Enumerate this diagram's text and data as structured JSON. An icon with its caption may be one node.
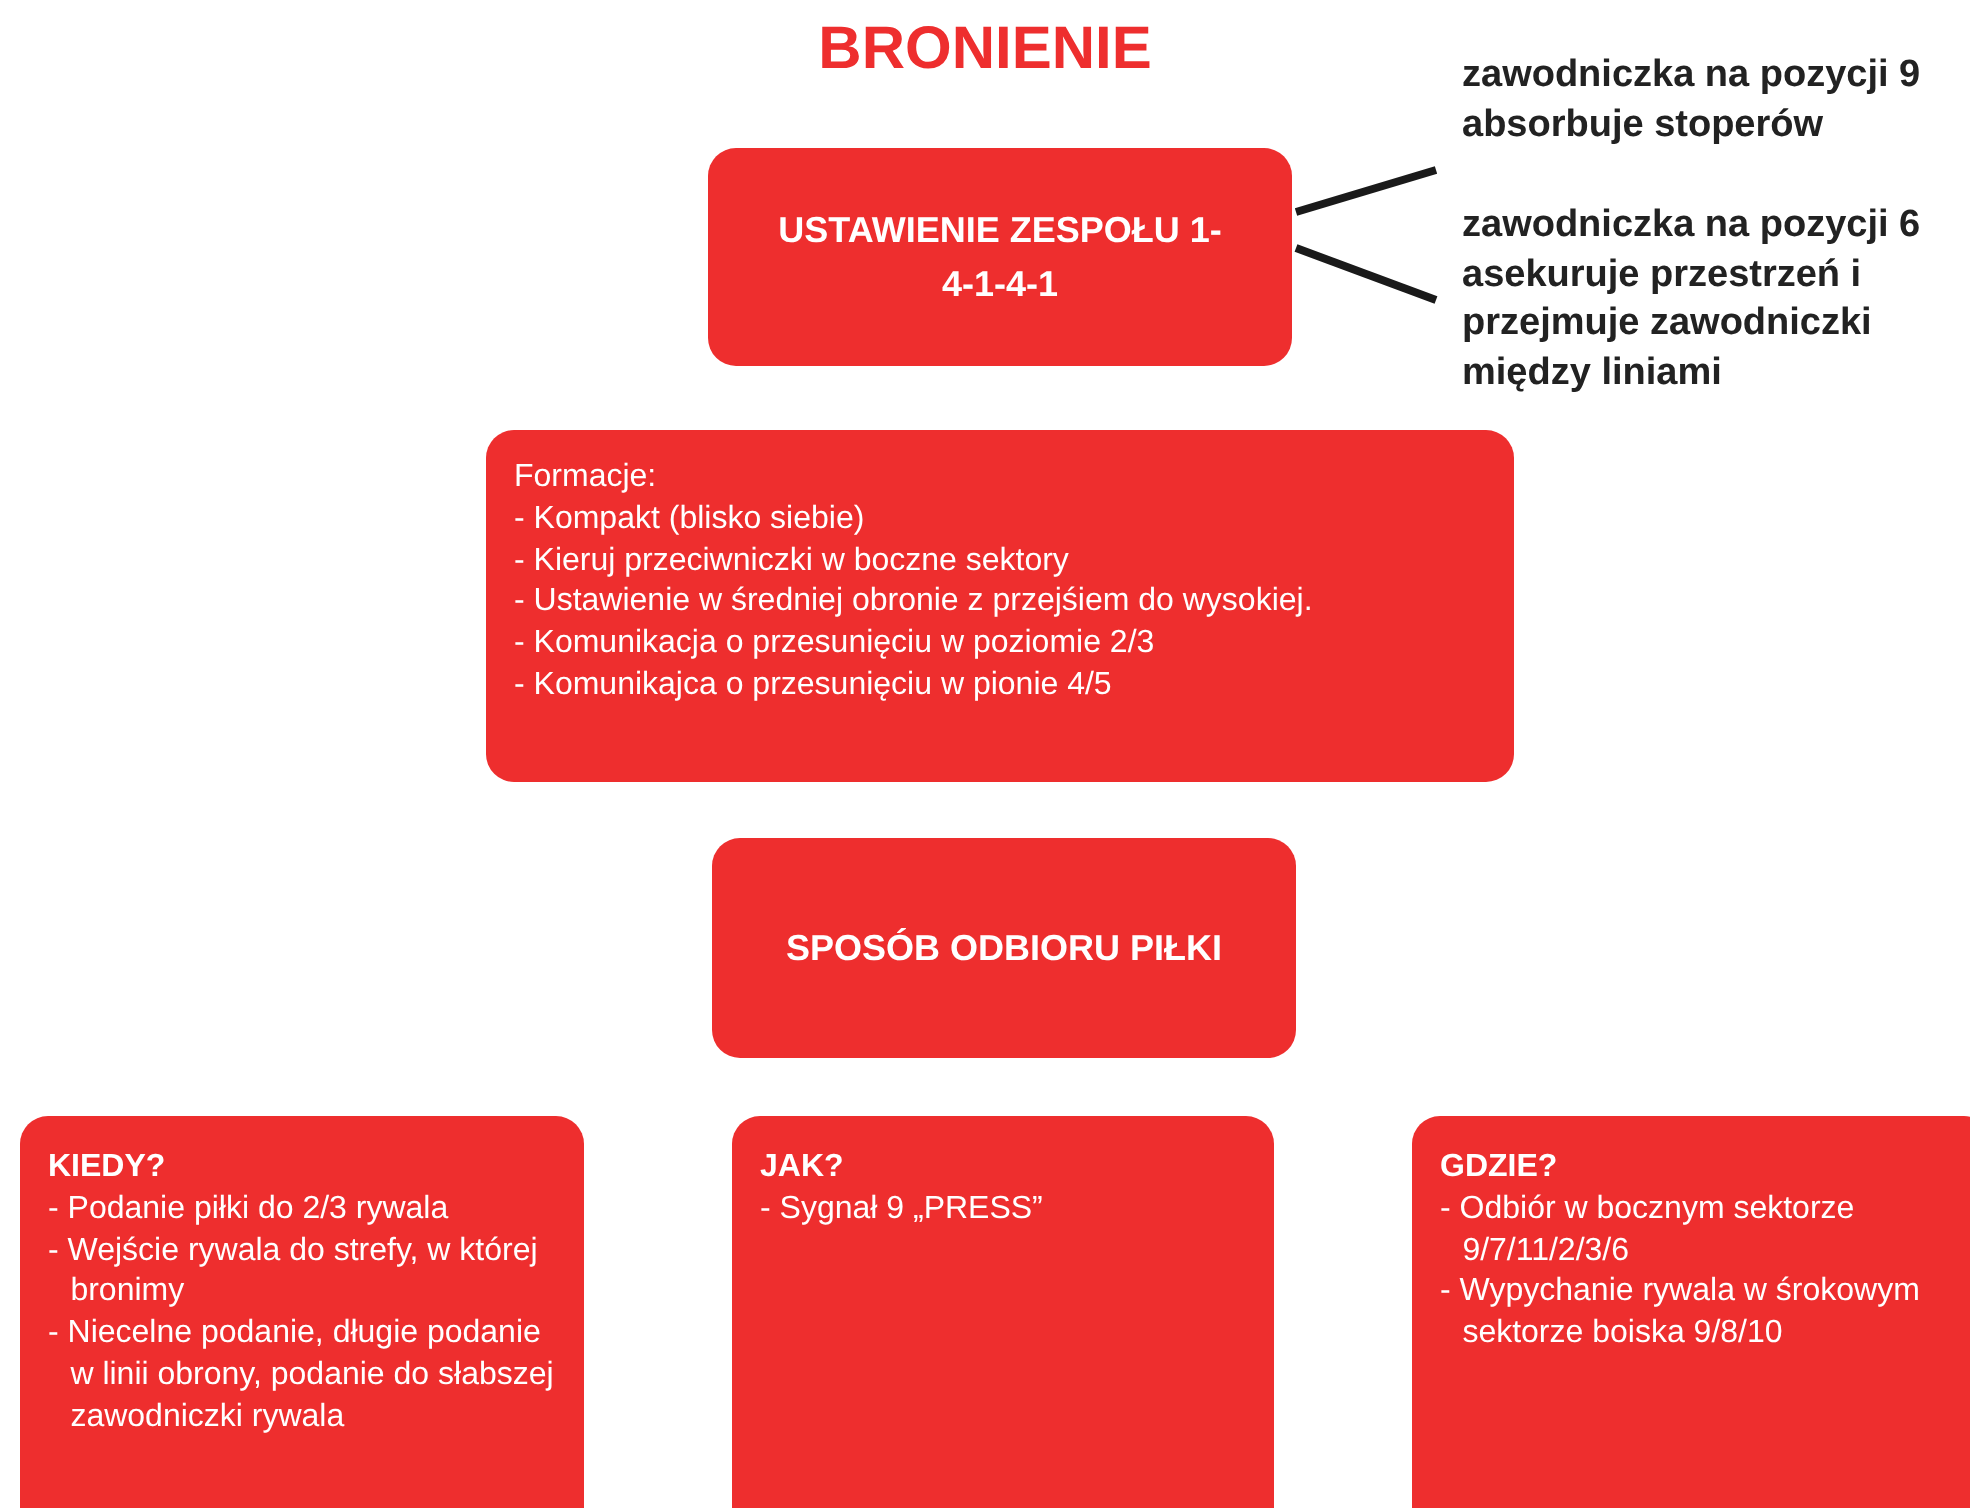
{
  "diagram": {
    "title": "BRONIENIE",
    "nodes": [
      {
        "text": [
          "USTAWIENIE ZESPOŁU 1-4-1-4-1"
        ]
      },
      {
        "text": [
          "zawodniczka na pozycji 9 absorbuje stoperów"
        ]
      },
      {
        "text": [
          "zawodniczka na pozycji 6 asekuruje przestrzeń i przejmuje zawodniczki między liniami"
        ]
      },
      {
        "text": [
          "Formacje:",
          "- Kompakt (blisko siebie)",
          "- Kieruj przeciwniczki w boczne sektory",
          "- Ustawienie w średniej obronie z przejśiem do wysokiej.",
          "- Komunikacja o przesunięciu w poziomie 2/3",
          "- Komunikajca o przesunięciu w pionie 4/5"
        ]
      },
      {
        "text": [
          "SPOSÓB ODBIORU PIŁKI"
        ]
      },
      {
        "text": [
          "KIEDY?",
          "- Podanie piłki do 2/3 rywala",
          "- Wejście rywala do strefy, w której bronimy",
          "- Niecelne podanie, długie podanie w linii obrony, podanie do słabszej zawodniczki rywala"
        ]
      },
      {
        "text": [
          "JAK?",
          "- Sygnał 9 „PRESS”"
        ]
      },
      {
        "text": [
          "GDZIE?",
          "- Odbiór w bocznym sektorze 9/7/11/2/3/6",
          "- Wypychanie rywala w śrokowym sektorze boiska 9/8/10"
        ]
      }
    ],
    "edges": [
      {
        "from": 0,
        "to": 1,
        "arrow": "none"
      },
      {
        "from": 0,
        "to": 2,
        "arrow": "none"
      }
    ]
  }
}
